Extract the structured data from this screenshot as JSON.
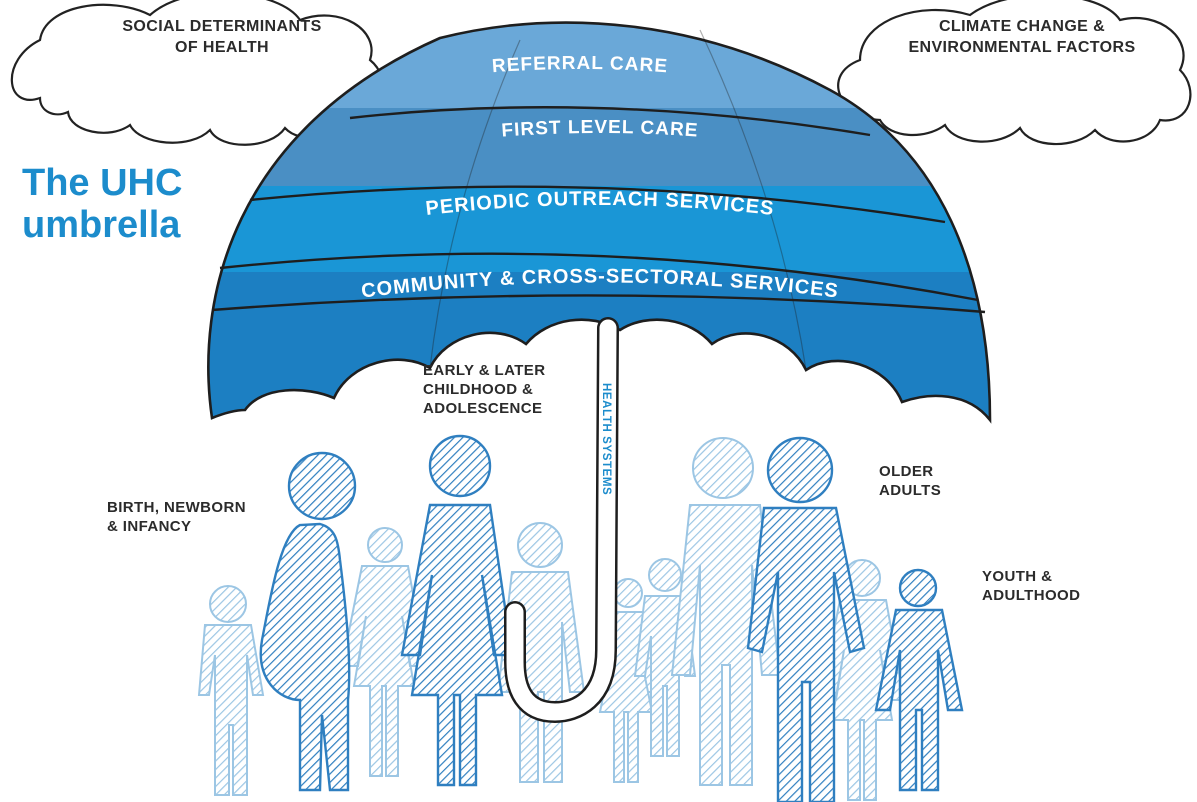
{
  "title_lines": [
    "The UHC",
    "umbrella"
  ],
  "clouds": {
    "left": [
      "SOCIAL DETERMINANTS",
      "OF HEALTH"
    ],
    "right": [
      "CLIMATE CHANGE &",
      "ENVIRONMENTAL FACTORS"
    ]
  },
  "bands": [
    {
      "label": "REFERRAL CARE",
      "color": "#6aa8d8"
    },
    {
      "label": "FIRST LEVEL CARE",
      "color": "#4a8fc4"
    },
    {
      "label": "PERIODIC OUTREACH SERVICES",
      "color": "#1a96d6"
    },
    {
      "label": "COMMUNITY & CROSS-SECTORAL SERVICES",
      "color": "#1c7fc2"
    }
  ],
  "handle_label": "HEALTH SYSTEMS",
  "life_stages": {
    "birth": [
      "BIRTH, NEWBORN",
      "& INFANCY"
    ],
    "childhood": [
      "EARLY & LATER",
      "CHILDHOOD &",
      "ADOLESCENCE"
    ],
    "older": [
      "OLDER",
      "ADULTS"
    ],
    "youth": [
      "YOUTH &",
      "ADULTHOOD"
    ]
  },
  "colors": {
    "title": "#1c8ccc",
    "people_dark": "#2f7fc0",
    "people_light": "#9cc6e4",
    "outline": "#222222"
  }
}
